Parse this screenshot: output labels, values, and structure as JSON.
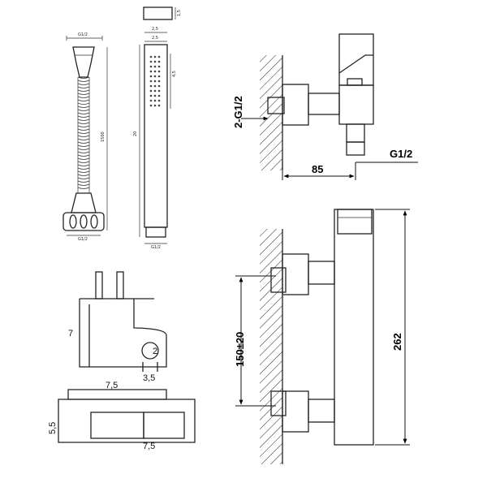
{
  "hose": {
    "top_dim": "G1/2",
    "bottom_dim": "G1/2",
    "length": "1500"
  },
  "handshower": {
    "cap_dim": "2,5",
    "width_dim": "2,5",
    "spray_dim": "4,5",
    "length_dim": "20",
    "bottom_dim": "G1/2"
  },
  "top_block": {
    "dim": "1,5"
  },
  "holder": {
    "height": "7",
    "width": "7,5",
    "depth": "3,5",
    "hole": "2"
  },
  "elbow_block": {
    "height": "5,5",
    "top_width": "7,5",
    "bottom_width": "7,5"
  },
  "valve_top": {
    "inlet": "2-G1/2",
    "offset": "85",
    "outlet": "G1/2"
  },
  "valve_side": {
    "centers": "150±20",
    "height": "262"
  }
}
